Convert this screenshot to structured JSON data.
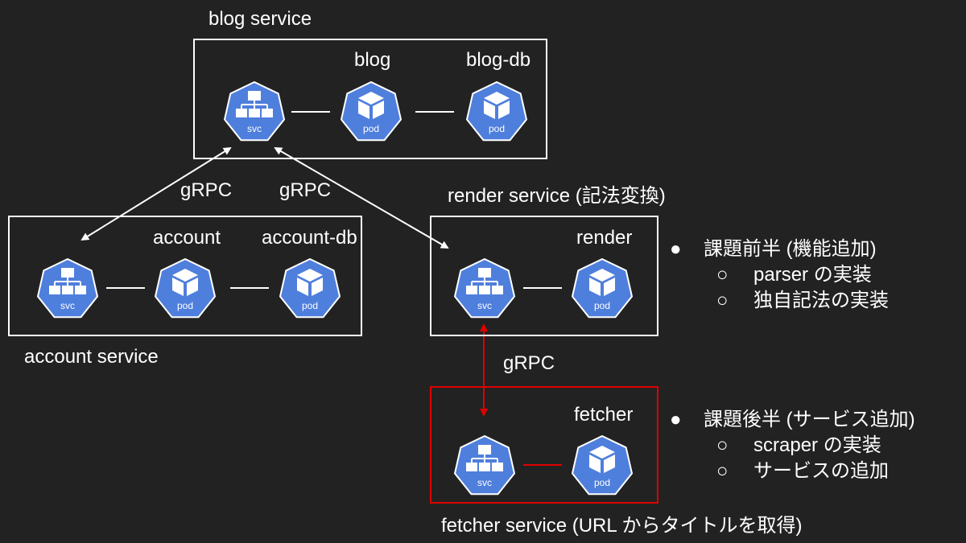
{
  "colors": {
    "background": "#222222",
    "box": "#ffffff",
    "accent_red": "#e00000",
    "k8s_blue": "#4f7fdc"
  },
  "blog_service": {
    "title": "blog service",
    "pod1_label": "blog",
    "pod2_label": "blog-db",
    "svc_text": "svc",
    "pod_text": "pod"
  },
  "account_service": {
    "title": "account service",
    "pod1_label": "account",
    "pod2_label": "account-db",
    "svc_text": "svc",
    "pod_text": "pod"
  },
  "render_service": {
    "title": "render service (記法変換)",
    "pod1_label": "render",
    "svc_text": "svc",
    "pod_text": "pod"
  },
  "fetcher_service": {
    "title": "fetcher service (URL からタイトルを取得)",
    "pod1_label": "fetcher",
    "svc_text": "svc",
    "pod_text": "pod"
  },
  "connections": {
    "account_to_blog": "gRPC",
    "render_to_blog": "gRPC",
    "render_to_fetcher": "gRPC"
  },
  "tasks_first_half": {
    "title": "課題前半 (機能追加)",
    "items": [
      "parser の実装",
      "独自記法の実装"
    ]
  },
  "tasks_second_half": {
    "title": "課題後半 (サービス追加)",
    "items": [
      "scraper の実装",
      "サービスの追加"
    ]
  },
  "bullets": {
    "primary": "●",
    "secondary": "○"
  }
}
